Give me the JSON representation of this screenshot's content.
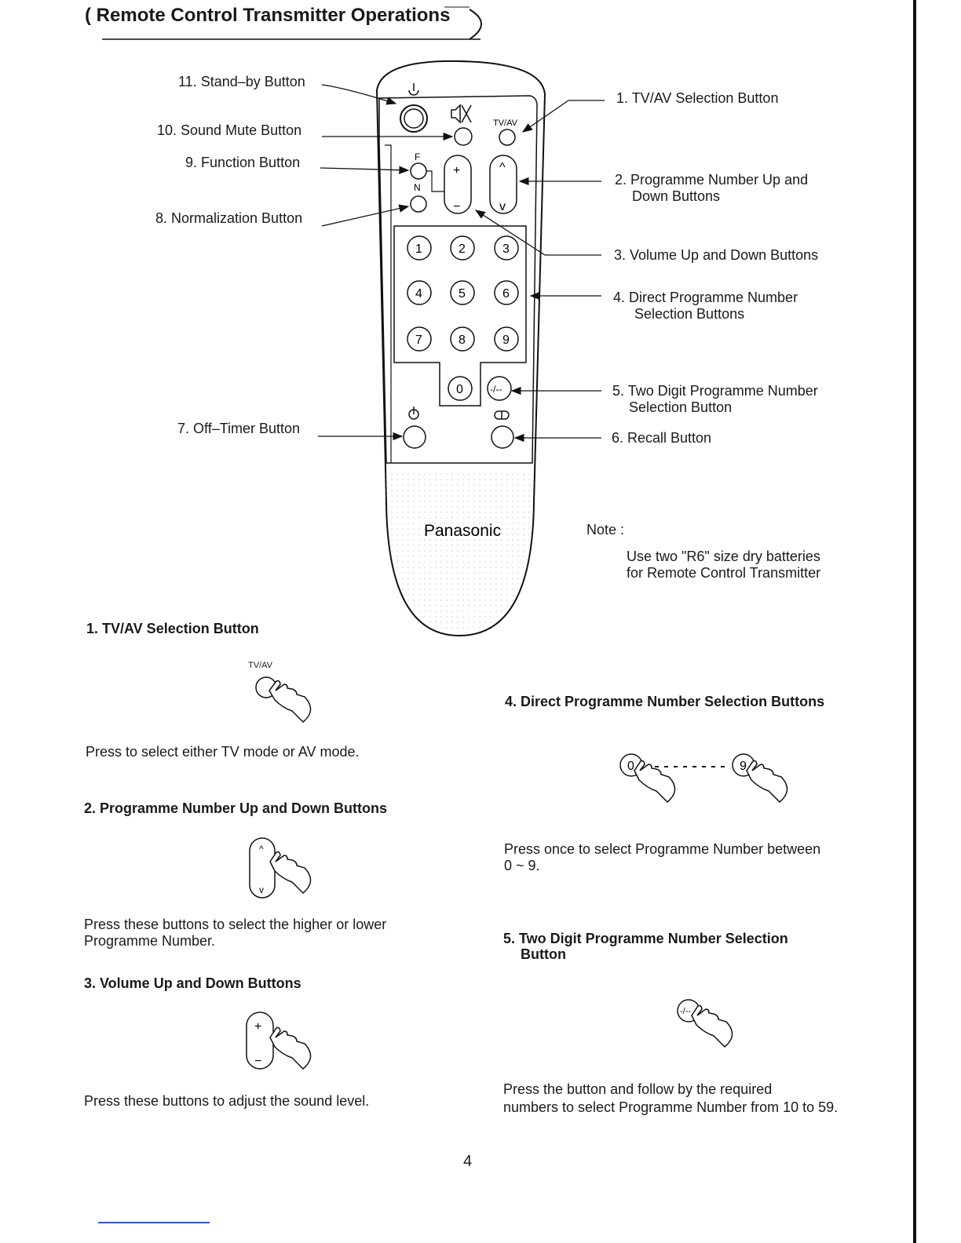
{
  "title": "Remote Control Transmitter Operations",
  "remote": {
    "brand": "Panasonic",
    "tvav_small": "TV/AV",
    "f_letter": "F",
    "n_letter": "N",
    "plus": "+",
    "minus": "−",
    "up": "^",
    "down": "v",
    "digits": [
      "1",
      "2",
      "3",
      "4",
      "5",
      "6",
      "7",
      "8",
      "9"
    ],
    "zero": "0",
    "twodigit": "-/--"
  },
  "callouts": {
    "c11": "11. Stand–by Button",
    "c10": "10. Sound Mute Button",
    "c9": "9. Function Button",
    "c8": "8. Normalization Button",
    "c7": "7. Off–Timer Button",
    "c1": "1. TV/AV Selection Button",
    "c2a": "2. Programme Number Up and",
    "c2b": "Down Buttons",
    "c3": "3. Volume Up and Down Buttons",
    "c4a": "4. Direct Programme Number",
    "c4b": "Selection Buttons",
    "c5a": "5. Two Digit Programme Number",
    "c5b": "Selection Button",
    "c6": "6. Recall Button"
  },
  "note": {
    "label": "Note :",
    "line1": "Use two \"R6\" size dry batteries",
    "line2": "for Remote Control Transmitter"
  },
  "sections": {
    "s1": {
      "heading": "1. TV/AV Selection Button",
      "icon_label": "TV/AV",
      "text": "Press to select either TV mode or AV mode."
    },
    "s2": {
      "heading": "2. Programme Number Up and Down Buttons",
      "text1": "Press these buttons to select the higher or lower",
      "text2": "Programme Number."
    },
    "s3": {
      "heading": "3. Volume Up and Down Buttons",
      "text": "Press these buttons to adjust the sound level."
    },
    "s4": {
      "heading": "4. Direct Programme Number Selection Buttons",
      "from": "0",
      "to": "9",
      "text1": "Press once to select Programme Number between",
      "text2": "0 ~ 9."
    },
    "s5": {
      "heading1": "5. Two Digit Programme Number Selection",
      "heading2": "Button",
      "text1": "Press the button and follow by the required",
      "text2": "numbers to select Programme Number from 10 to 59."
    }
  },
  "page_number": "4"
}
